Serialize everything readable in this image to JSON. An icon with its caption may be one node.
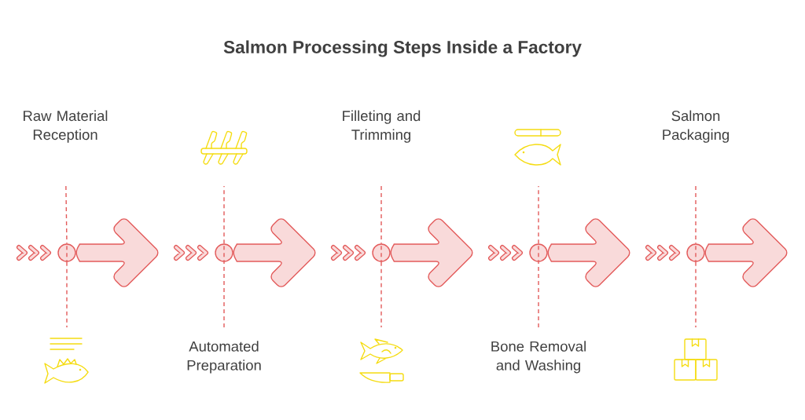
{
  "diagram": {
    "title": "Salmon Processing Steps Inside a Factory",
    "nodes": [
      {
        "text": [
          "Raw Material Reception"
        ]
      },
      {
        "text": [],
        "shape": "circle"
      },
      {
        "text": [],
        "shape": "picture"
      },
      {
        "text": [],
        "shape": "picture"
      },
      {
        "text": [],
        "shape": "circle"
      },
      {
        "text": [
          "Automated Preparation"
        ]
      },
      {
        "text": [
          "Filleting and Trimming"
        ]
      },
      {
        "text": [],
        "shape": "circle"
      },
      {
        "text": [],
        "shape": "picture"
      },
      {
        "text": [],
        "shape": "picture"
      },
      {
        "text": [],
        "shape": "circle"
      },
      {
        "text": [
          "Bone Removal and Washing"
        ]
      },
      {
        "text": [
          "Salmon Packaging"
        ]
      },
      {
        "text": [],
        "shape": "circle"
      },
      {
        "text": [],
        "shape": "picture"
      }
    ],
    "edges": [
      {
        "from": 0,
        "to": 1,
        "arrow": "none",
        "style": "dashed"
      },
      {
        "from": 1,
        "to": 2,
        "arrow": "none",
        "style": "dashed"
      },
      {
        "from": 1,
        "to": null,
        "arrow": "to",
        "style": "thick"
      },
      {
        "from": 5,
        "to": 4,
        "arrow": "none",
        "style": "dashed"
      },
      {
        "from": 4,
        "to": 3,
        "arrow": "none",
        "style": "dashed"
      },
      {
        "from": 4,
        "to": null,
        "arrow": "to",
        "style": "thick"
      },
      {
        "from": 6,
        "to": 7,
        "arrow": "none",
        "style": "dashed"
      },
      {
        "from": 7,
        "to": 8,
        "arrow": "none",
        "style": "dashed"
      },
      {
        "from": 7,
        "to": null,
        "arrow": "to",
        "style": "thick"
      },
      {
        "from": 11,
        "to": 10,
        "arrow": "none",
        "style": "dashed"
      },
      {
        "from": 10,
        "to": 9,
        "arrow": "none",
        "style": "dashed"
      },
      {
        "from": 10,
        "to": null,
        "arrow": "to",
        "style": "thick"
      },
      {
        "from": 12,
        "to": 13,
        "arrow": "none",
        "style": "dashed"
      },
      {
        "from": 13,
        "to": 14,
        "arrow": "none",
        "style": "dashed"
      },
      {
        "from": 13,
        "to": null,
        "arrow": "to",
        "style": "thick"
      }
    ]
  }
}
